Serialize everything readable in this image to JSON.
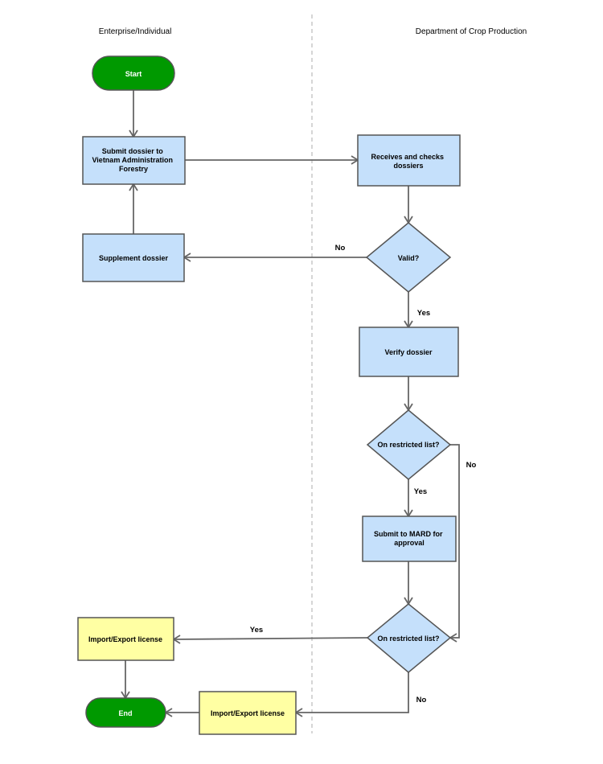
{
  "lanes": {
    "left": "Enterprise/Individual",
    "right": "Department of Crop Production"
  },
  "nodes": {
    "start": "Start",
    "submit_dossier": [
      "Submit dossier to",
      "Vietnam Administration",
      "Forestry"
    ],
    "receives_checks": [
      "Receives and checks",
      "dossiers"
    ],
    "valid": "Valid?",
    "supplement": "Supplement dossier",
    "verify": "Verify dossier",
    "restricted_1": "On restricted list?",
    "submit_mard": [
      "Submit to MARD for",
      "approval"
    ],
    "restricted_2": "On restricted list?",
    "license_1": "Import/Export license",
    "license_2": "Import/Export license",
    "end": "End"
  },
  "edge_labels": {
    "valid_no": "No",
    "valid_yes": "Yes",
    "restricted1_no": "No",
    "restricted1_yes": "Yes",
    "restricted2_yes": "Yes",
    "restricted2_no": "No"
  },
  "colors": {
    "process_fill": "#c5e0fb",
    "license_fill": "#ffffa3",
    "terminal_fill": "#009900",
    "border": "#555555",
    "connector": "#666666"
  }
}
